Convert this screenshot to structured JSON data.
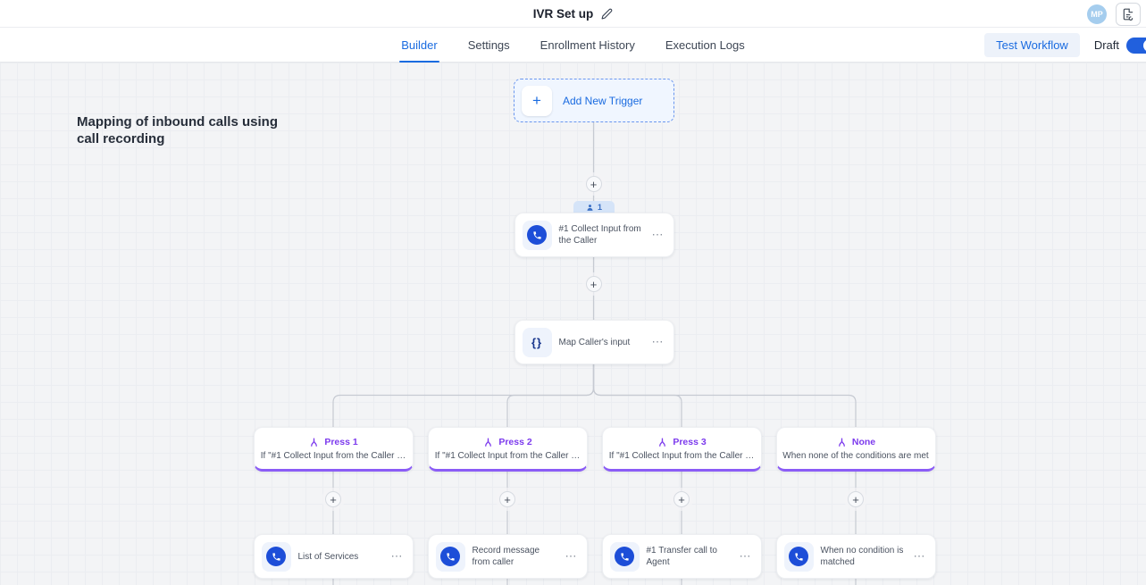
{
  "header": {
    "title": "IVR Set up",
    "avatar_initials": "MP"
  },
  "tabs": {
    "items": [
      {
        "label": "Builder"
      },
      {
        "label": "Settings"
      },
      {
        "label": "Enrollment History"
      },
      {
        "label": "Execution Logs"
      }
    ],
    "active": "Builder",
    "test_workflow": "Test Workflow",
    "draft_label": "Draft",
    "draft_on": true
  },
  "canvas": {
    "note": "Mapping of inbound calls using call recording",
    "trigger_label": "Add New Trigger",
    "enrolled_count": "1",
    "collect_node": "#1 Collect Input from the Caller",
    "map_node": "Map Caller's input",
    "branches": [
      {
        "label": "Press 1",
        "condition": "If \"#1 Collect Input from the Caller …"
      },
      {
        "label": "Press 2",
        "condition": "If \"#1 Collect Input from the Caller …"
      },
      {
        "label": "Press 3",
        "condition": "If \"#1 Collect Input from the Caller …"
      },
      {
        "label": "None",
        "condition": "When none of the conditions are met"
      }
    ],
    "actions": [
      {
        "label": "List of Services"
      },
      {
        "label": "Record message from caller"
      },
      {
        "label": "#1 Transfer call to Agent"
      },
      {
        "label": "When no condition is matched"
      }
    ]
  },
  "icons": {
    "plus": "+",
    "more": "⋯",
    "braces": "{}"
  },
  "colors": {
    "accent_blue": "#1a6be0",
    "node_icon_blue": "#1d4ed8",
    "branch_purple": "#7c3aed",
    "branch_border": "#8b5cf6",
    "canvas_bg": "#f3f4f6"
  }
}
